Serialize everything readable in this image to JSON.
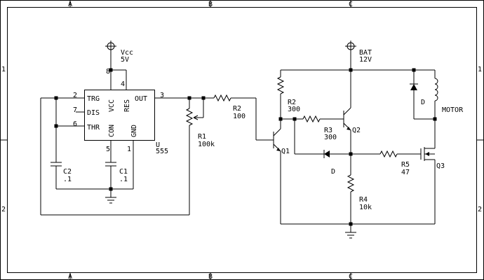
{
  "frame": {
    "columns": [
      "A",
      "B",
      "C"
    ],
    "rows": [
      "1",
      "2"
    ]
  },
  "timer": {
    "ref": "U",
    "value": "555",
    "pins": {
      "trg": "TRG",
      "dis": "DIS",
      "thr": "THR",
      "out": "OUT",
      "vcc": "VCC",
      "res": "RES",
      "con": "CON",
      "gnd": "GND"
    },
    "pin_numbers": {
      "trg": "2",
      "dis": "7",
      "thr": "6",
      "out": "3",
      "vcc": "8",
      "res": "4",
      "con": "5",
      "gnd": "1"
    }
  },
  "supplies": {
    "vcc_name": "Vcc",
    "vcc_value": "5V",
    "bat_name": "BAT",
    "bat_value": "12V"
  },
  "components": {
    "c2": {
      "ref": "C2",
      "value": ".1"
    },
    "c1": {
      "ref": "C1",
      "value": ".1"
    },
    "r1": {
      "ref": "R1",
      "value": "100k"
    },
    "r2a": {
      "ref": "R2",
      "value": "100"
    },
    "r2b": {
      "ref": "R2",
      "value": "300"
    },
    "r3": {
      "ref": "R3",
      "value": "300"
    },
    "r4": {
      "ref": "R4",
      "value": "10k"
    },
    "r5": {
      "ref": "R5",
      "value": "47"
    },
    "q1": {
      "ref": "Q1"
    },
    "q2": {
      "ref": "Q2"
    },
    "q3": {
      "ref": "Q3"
    },
    "d_bottom": {
      "ref": "D"
    },
    "d_motor": {
      "ref": "D"
    },
    "motor": {
      "label": "MOTOR"
    }
  }
}
